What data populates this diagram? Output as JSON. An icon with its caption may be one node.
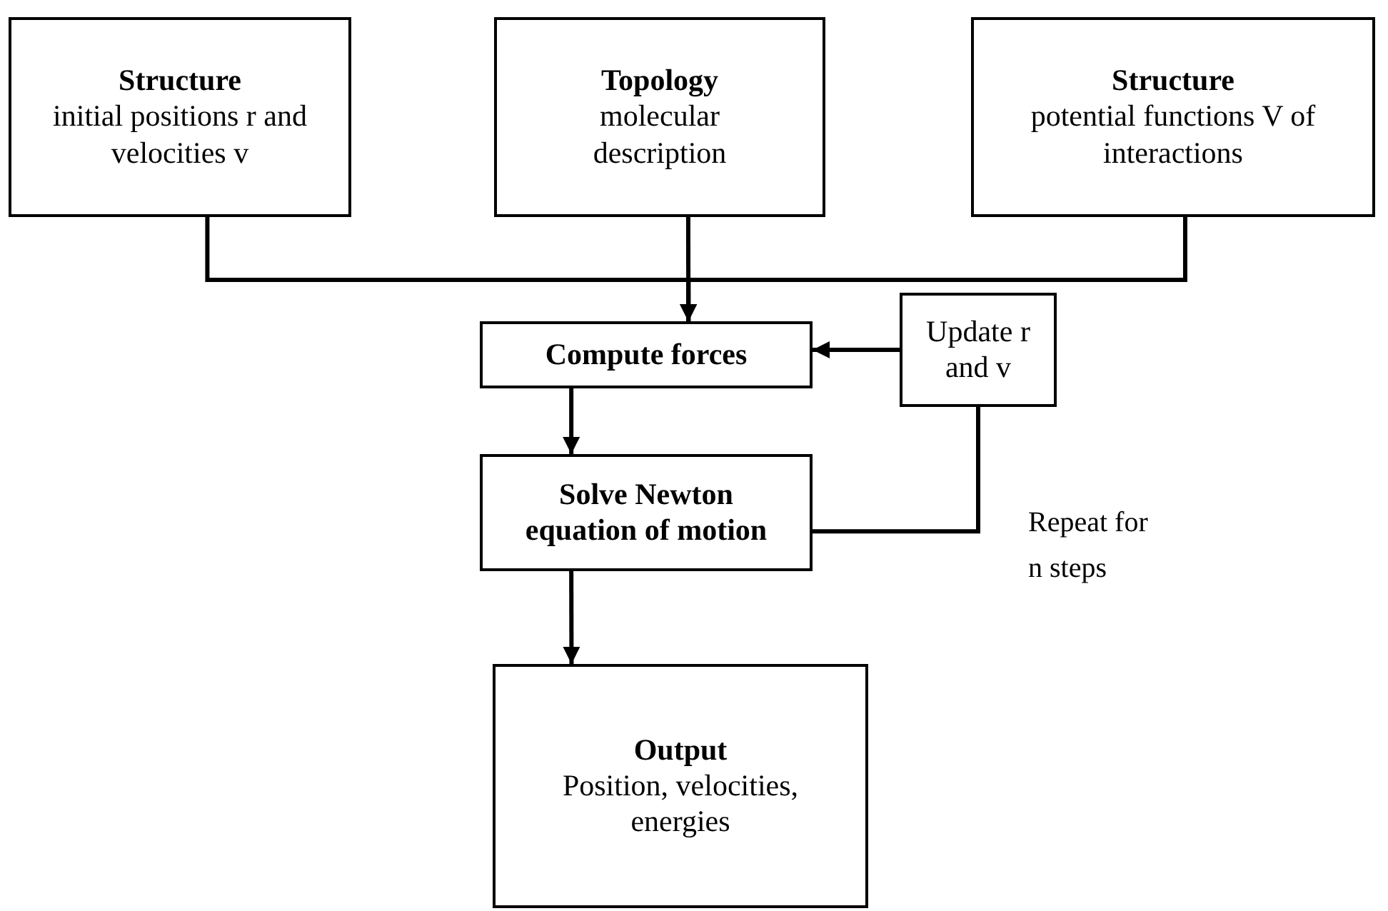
{
  "diagram": {
    "nodes": [
      {
        "text": [
          "Structure",
          "initial positions r and velocities v"
        ]
      },
      {
        "text": [
          "Topology",
          "molecular description"
        ]
      },
      {
        "text": [
          "Structure",
          "potential functions V of interactions"
        ]
      },
      {
        "text": [
          "Compute forces"
        ]
      },
      {
        "text": [
          "Update r and v"
        ]
      },
      {
        "text": [
          "Solve Newton equation of motion"
        ]
      },
      {
        "text": [
          "Output",
          "Position, velocities, energies"
        ]
      }
    ],
    "edges": [
      {
        "from": 0,
        "to": 3,
        "arrow": "to"
      },
      {
        "from": 1,
        "to": 3,
        "arrow": "to"
      },
      {
        "from": 2,
        "to": 3,
        "arrow": "to"
      },
      {
        "from": 4,
        "to": 3,
        "arrow": "to"
      },
      {
        "from": 3,
        "to": 5,
        "arrow": "to"
      },
      {
        "from": 5,
        "to": 4,
        "arrow": "none"
      },
      {
        "from": 5,
        "to": 6,
        "arrow": "to"
      }
    ],
    "labels": [
      "Repeat for n steps"
    ]
  }
}
